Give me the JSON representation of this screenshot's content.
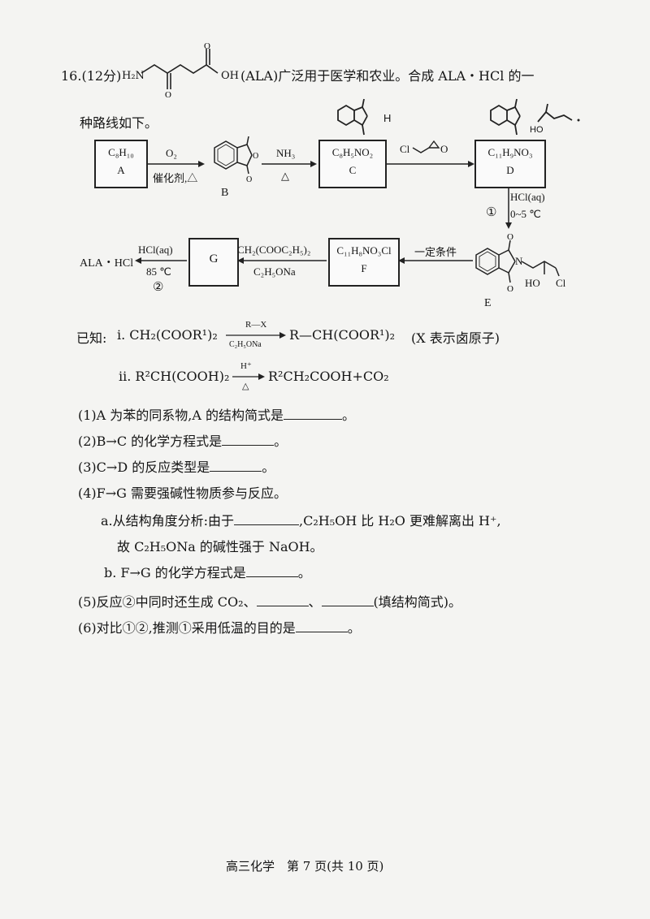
{
  "question": {
    "number": "16.",
    "points": "(12分)",
    "ala_amine": "H₂N",
    "ala_acid": "OH",
    "intro_rest": "(ALA)广泛用于医学和农业。合成 ALA・HCl 的一",
    "intro_line2": "种路线如下。"
  },
  "scheme": {
    "A": {
      "formula": "C₈H₁₀",
      "label": "A"
    },
    "step1": {
      "above": "O₂",
      "below": "催化剂,△"
    },
    "B": {
      "label": "B"
    },
    "step2": {
      "above": "NH₃",
      "below": "△"
    },
    "C": {
      "formula": "C₈H₅NO₂",
      "label": "C"
    },
    "C_h": "H",
    "step3_reagent_cl": "Cl",
    "step3_reagent_o": "O",
    "D": {
      "formula": "C₁₁H₉NO₃",
      "label": "D"
    },
    "D_ho": "HO",
    "step4": {
      "num": "①",
      "reagent": "HCl(aq)",
      "temp": "0~5 ℃"
    },
    "E": {
      "label": "E",
      "ho": "HO",
      "cl": "Cl",
      "n": "N"
    },
    "step5": {
      "above": "一定条件"
    },
    "F": {
      "formula": "C₁₁H₈NO₃Cl",
      "label": "F"
    },
    "step6": {
      "above": "CH₂(COOC₂H₅)₂",
      "below": "C₂H₅ONa"
    },
    "G": {
      "label": "G"
    },
    "step7": {
      "above": "HCl(aq)",
      "below": "85 ℃",
      "num": "②"
    },
    "product": "ALA・HCl"
  },
  "known": {
    "heading": "已知:",
    "i_prefix": "ⅰ. CH₂(COOR¹)₂",
    "i_above": "R—X",
    "i_below": "C₂H₅ONa",
    "i_product": "R—CH(COOR¹)₂",
    "i_note": "(X 表示卤原子)",
    "ii_prefix": "ⅱ. R²CH(COOH)₂",
    "ii_above": "H⁺",
    "ii_below": "△",
    "ii_product": "R²CH₂COOH+CO₂"
  },
  "subquestions": {
    "q1_a": "(1)A 为苯的同系物,A 的结构简式是",
    "q1_b": "。",
    "q2_a": "(2)B→C 的化学方程式是",
    "q2_b": "。",
    "q3_a": "(3)C→D 的反应类型是",
    "q3_b": "。",
    "q4": "(4)F→G 需要强碱性物质参与反应。",
    "q4a_a": "a.从结构角度分析:由于",
    "q4a_b": ",C₂H₅OH 比 H₂O 更难解离出 H⁺,",
    "q4a_c": "故 C₂H₅ONa 的碱性强于 NaOH。",
    "q4b_a": "b. F→G 的化学方程式是",
    "q4b_b": "。",
    "q5_a": "(5)反应②中同时还生成 CO₂、",
    "q5_sep": "、",
    "q5_b": "(填结构简式)。",
    "q6_a": "(6)对比①②,推测①采用低温的目的是",
    "q6_b": "。"
  },
  "footer": "高三化学　第 7 页(共 10 页)"
}
